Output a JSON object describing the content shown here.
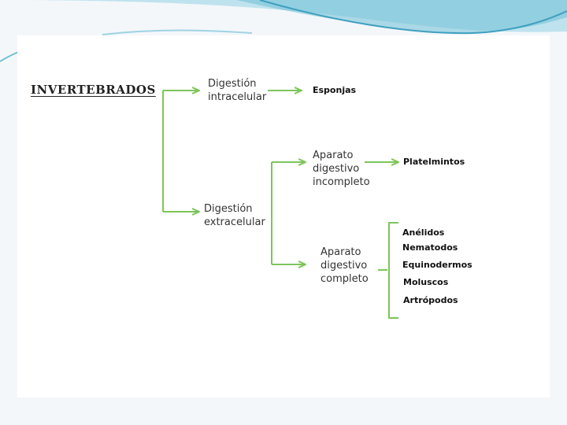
{
  "diagram": {
    "root": "INVERTEBRADOS",
    "nodes": {
      "digestion_intracelular": "Digestión\nintracelular",
      "esponjas": "Esponjas",
      "digestion_extracelular": "Digestión\nextracelular",
      "aparato_incompleto": "Aparato\ndigestivo\nincompleto",
      "platelmintos": "Platelmintos",
      "aparato_completo": "Aparato\ndigestivo\ncompleto"
    },
    "complete_group": [
      "Anélidos",
      "Nematodos",
      "Equinodermos",
      "Moluscos",
      "Artrópodos"
    ]
  },
  "colors": {
    "connector": "#7dc55a",
    "slide_frame": "#f4f7fa",
    "wave_light": "#bfe3ee",
    "wave_mid": "#6dbfd5",
    "wave_dark": "#3e9fbe"
  }
}
